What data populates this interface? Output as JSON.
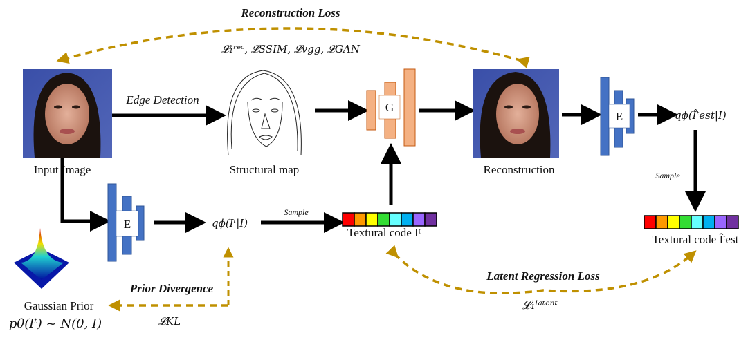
{
  "colors": {
    "loss_arrow": "#BF9000",
    "encoder": "#4472C4",
    "generator": "#F4B183",
    "generator_stroke": "#C55A11"
  },
  "labels": {
    "reconstruction_loss": "Reconstruction Loss",
    "reconstruction_formula": "𝓛₁ʳᵉᶜ, 𝓛SSIM, 𝓛vgg, 𝓛GAN",
    "edge_detection": "Edge Detection",
    "input_image": "Input   Image",
    "structural_map": "Structural map",
    "generator": "G",
    "reconstruction": "Reconstruction",
    "encoder": "E",
    "q_est": "qϕ(Îᵗest|I)",
    "sample_right": "Sample",
    "textural_code_est": "Textural code  Îᵗest",
    "q_posterior": "qϕ(Iᵗ|I)",
    "sample_left": "Sample",
    "textural_code": "Textural code  Iᵗ",
    "prior_divergence": "Prior Divergence",
    "gaussian_prior": "Gaussian Prior",
    "prior_formula": "pθ(Iᵗ) ~ N(0, I)",
    "kl_loss": "𝓛KL",
    "latent_regression_loss": "Latent Regression Loss",
    "latent_loss": "𝓛₁ˡᵃᵗᵉⁿᵗ"
  },
  "code_colors": [
    "#FF0000",
    "#FF9900",
    "#FFFF00",
    "#33DD33",
    "#66FFFF",
    "#00B0F0",
    "#9966FF",
    "#7030A0"
  ],
  "icons": [
    "face-photo",
    "edge-sketch",
    "gaussian-surface"
  ]
}
